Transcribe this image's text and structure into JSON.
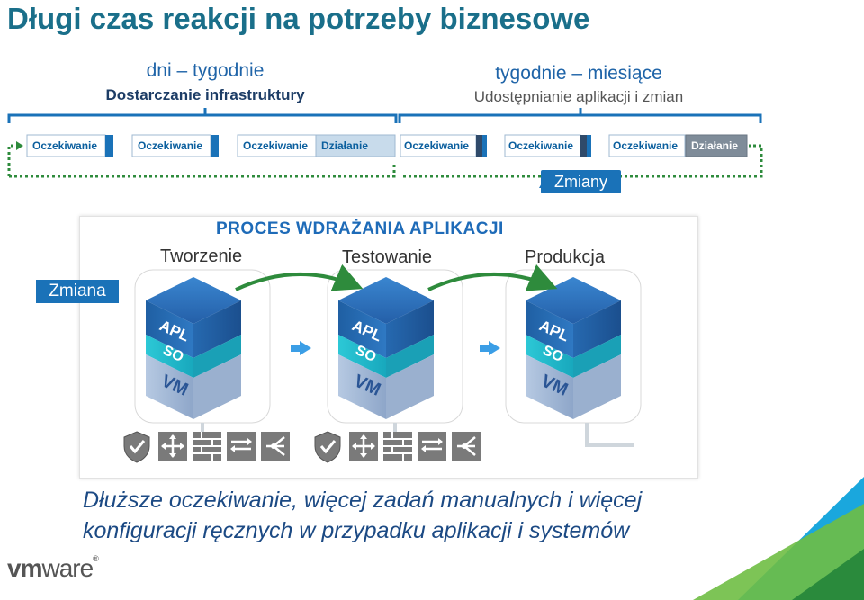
{
  "title": "Długi czas reakcji na potrzeby biznesowe",
  "header_left": {
    "top": "dni – tygodnie",
    "sub": "Dostarczanie infrastruktury"
  },
  "header_right": {
    "top": "tygodnie – miesiące",
    "sub": "Udostępnianie aplikacji i zmian"
  },
  "timeline": [
    {
      "label": "Oczekiwanie"
    },
    {
      "label": "Oczekiwanie"
    },
    {
      "label": "Oczekiwanie"
    },
    {
      "label": "Działanie"
    },
    {
      "label": "Oczekiwanie"
    },
    {
      "label": "Oczekiwanie"
    },
    {
      "label": "Oczekiwanie"
    },
    {
      "label": "Działanie"
    }
  ],
  "changes_label": "Zmiany",
  "process": {
    "title": "PROCES WDRAŻANIA APLIKACJI",
    "stages": [
      "Tworzenie",
      "Testowanie",
      "Produkcja"
    ],
    "stack_layers": [
      "APL",
      "SO",
      "VM"
    ],
    "change_label": "Zmiana"
  },
  "icon_row": [
    "shield-icon",
    "router-icon",
    "firewall-icon",
    "switch-icon",
    "load-balancer-icon"
  ],
  "footer": {
    "line1": "Dłuższe oczekiwanie, więcej zadań manualnych i więcej",
    "line2": "konfiguracji ręcznych w przypadku aplikacji i systemów"
  },
  "logo": {
    "vm": "vm",
    "ware": "ware"
  },
  "colors": {
    "title": "#1a6f8a",
    "accent": "#1a72b8",
    "cube_top": "#2d72bd",
    "cube_mid": "#2ec4d3",
    "cube_bottom": "#3d7bbf",
    "arrow_green": "#2e8b3c",
    "corner_green": "#6fbe44",
    "corner_blue": "#1aa7dd"
  }
}
